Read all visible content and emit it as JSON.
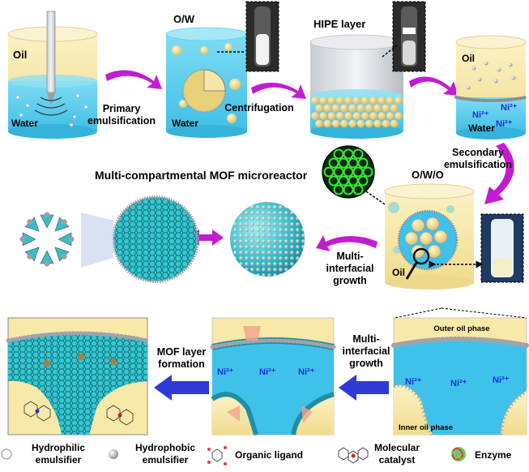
{
  "top_row": {
    "oil": "Oil",
    "water": "Water",
    "step1": [
      "Primary",
      "emulsification"
    ],
    "ow_title": "O/W",
    "water2": "Water",
    "step2": "Centrifugation",
    "hipe_title": "HIPE layer",
    "oil3": "Oil",
    "water3": "Water",
    "ni_a": "Ni²⁺",
    "ni_b": "Ni²⁺",
    "ni_c": "Ni²⁺"
  },
  "middle_row": {
    "step3": [
      "Secondary",
      "emulsification"
    ],
    "owo_title": "O/W/O",
    "mof_title": "Multi-compartmental MOF microreactor",
    "step4": [
      "Multi-",
      "interfacial",
      "growth"
    ],
    "oil4": "Oil"
  },
  "bottom_row": {
    "outer_oil": "Outer oil phase",
    "inner_oil": "Inner oil phase",
    "ni_1": "Ni²⁺",
    "ni_2": "Ni²⁺",
    "ni_3": "Ni²⁺",
    "step5": [
      "Multi-",
      "interfacial",
      "growth"
    ],
    "ni_4": "Ni²⁺",
    "ni_5": "Ni²⁺",
    "ni_6": "Ni²⁺",
    "step6": [
      "MOF layer",
      "formation"
    ]
  },
  "legend": {
    "hydrophilic": [
      "Hydrophilic",
      "emulsifier"
    ],
    "hydrophobic": [
      "Hydrophobic",
      "emulsifier"
    ],
    "ligand": "Organic ligand",
    "catalyst": [
      "Molecular",
      "catalyst"
    ],
    "enzyme": "Enzyme"
  },
  "colors": {
    "water": "#5ecfee",
    "oil": "#f7e9a8",
    "cyan_mof": "#36c7d0",
    "magenta_arrow": "#c21bd1",
    "blue_arrow": "#2f3ad6",
    "ni_text": "#1a2fd8",
    "droplet": "#e8cf7a"
  }
}
